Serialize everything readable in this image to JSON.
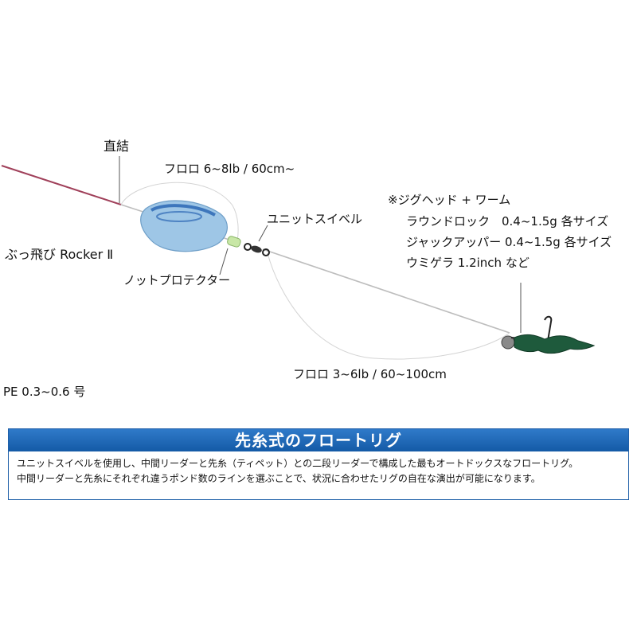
{
  "labels": {
    "direct_knot": "直結",
    "leader_upper": "フロロ 6~8lb / 60cm~",
    "float_name": "ぶっ飛び Rocker Ⅱ",
    "swivel": "ユニットスイベル",
    "knot_protector": "ノットプロテクター",
    "leader_lower": "フロロ 3~6lb / 60~100cm",
    "main_line": "PE 0.3~0.6 号"
  },
  "lure_notes": {
    "heading": "※ジグヘッド + ワーム",
    "lines": [
      "ラウンドロック　0.4~1.5g 各サイズ",
      "ジャックアッパー 0.4~1.5g 各サイズ",
      "ウミゲラ 1.2inch など"
    ]
  },
  "banner": {
    "title": "先糸式のフロートリグ",
    "lines": [
      "ユニットスイベルを使用し、中間リーダーと先糸（ティペット）との二段リーダーで構成した最もオートドックスなフロートリグ。",
      "中間リーダーと先糸にそれぞれ違うポンド数のラインを選ぶことで、状況に合わせたリグの自在な演出が可能になります。"
    ]
  },
  "colors": {
    "pe_line": "#a0405a",
    "leader": "#b8b8b8",
    "float": "#9ec6e6",
    "float_logo": "#2c67b4",
    "knot_protector": "#c8e7a6",
    "worm": "#1e5a3c",
    "banner": "#1f64b0"
  }
}
